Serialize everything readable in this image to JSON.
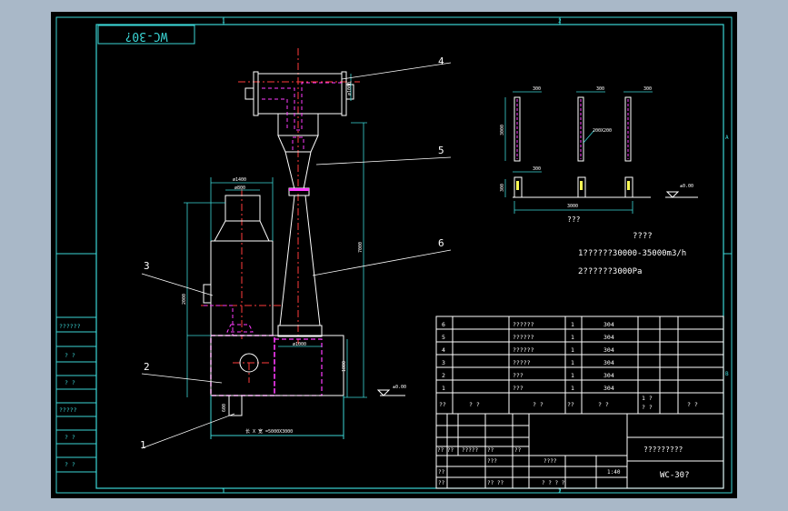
{
  "title_stamp": "WC-30?",
  "parts": [
    {
      "id": "1",
      "label": "1"
    },
    {
      "id": "2",
      "label": "2"
    },
    {
      "id": "3",
      "label": "3"
    },
    {
      "id": "4",
      "label": "4"
    },
    {
      "id": "5",
      "label": "5"
    },
    {
      "id": "6",
      "label": "6"
    }
  ],
  "dims": {
    "top_dia": "ø1400",
    "inner_dia": "ø800",
    "tee_dim": "ø1000",
    "total_height": "7000",
    "mid_height": "2000",
    "base_width": "ø1000",
    "base_height": "1800",
    "pipe_dim": "600",
    "base_length": "长 X 宽 =5000X3000",
    "level_main": "±0.00",
    "level_detail": "±0.00"
  },
  "detail": {
    "d1": "300",
    "d2": "300",
    "d3": "300",
    "height": "3000",
    "box": "200X200",
    "lower_dim": "300",
    "lower_h": "300",
    "span": "3000",
    "caption": "???"
  },
  "notes": {
    "heading": "????",
    "line1": "1??????30000-35000m3/h",
    "line2": "2??????3000Pa"
  },
  "bom": {
    "rows": [
      {
        "no": "6",
        "name": "??????",
        "qty": "1",
        "material": "304"
      },
      {
        "no": "5",
        "name": "??????",
        "qty": "1",
        "material": "304"
      },
      {
        "no": "4",
        "name": "??????",
        "qty": "1",
        "material": "304"
      },
      {
        "no": "3",
        "name": "?????",
        "qty": "1",
        "material": "304"
      },
      {
        "no": "2",
        "name": "???",
        "qty": "1",
        "material": "304"
      },
      {
        "no": "1",
        "name": "???",
        "qty": "1",
        "material": "304"
      }
    ],
    "header": {
      "no": "??",
      "name": "? ?",
      "spec": "? ?",
      "qty": "??",
      "material": "? ?",
      "weight": "1 ?",
      "weight2": "? ?",
      "note": "? ?"
    }
  },
  "title_block": {
    "drawing_name": "?????????",
    "drawing_no": "WC-30?",
    "r1": "?? ??",
    "r2": "?????",
    "r3": "??",
    "r4": "??",
    "r5": "???",
    "r6": "??",
    "r7": "??",
    "r8": "?? ??",
    "r9": "????",
    "scale": "1:40",
    "sheet": "? ? ? ?"
  },
  "left_table": [
    "??????",
    "? ?",
    "? ?",
    "?????",
    "? ?",
    "? ?"
  ],
  "frame_marks": {
    "top_left": "1",
    "top_mid": "2",
    "bottom_left": "1",
    "bottom_mid": "2",
    "right_a": "A",
    "right_b": "B"
  }
}
